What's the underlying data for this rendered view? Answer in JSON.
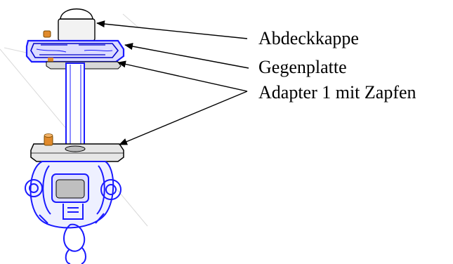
{
  "labels": {
    "cap": "Abdeckkappe",
    "counter_plate": "Gegenplatte",
    "adapter": "Adapter 1 mit Zapfen"
  },
  "colors": {
    "outline": "#1a1aff",
    "shade": "#0000cc",
    "light": "#c8c8c8",
    "orange": "#e08a2c",
    "text": "#000000"
  }
}
